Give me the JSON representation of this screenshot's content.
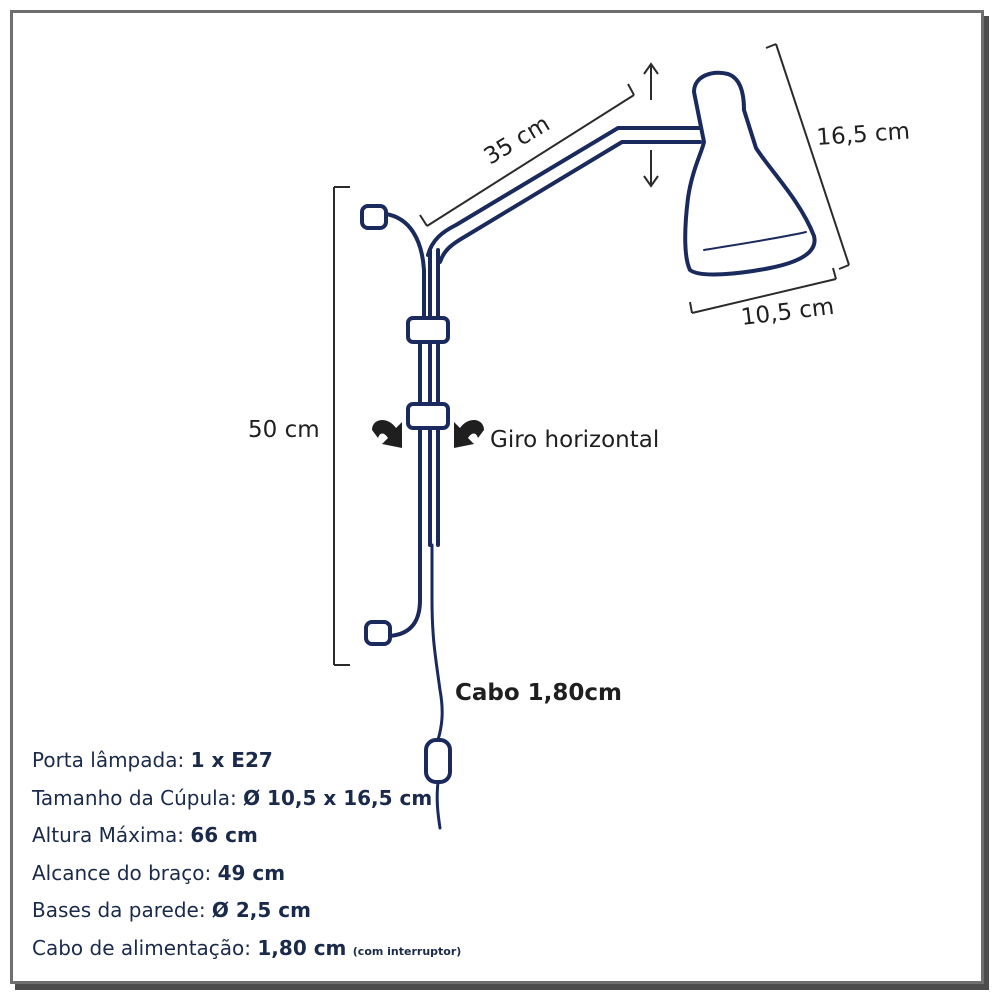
{
  "dimensions": {
    "arm_length": "35 cm",
    "shade_height": "16,5 cm",
    "shade_diameter": "10,5 cm",
    "height": "50 cm"
  },
  "labels": {
    "rotation": "Giro horizontal",
    "cable": "Cabo 1,80cm"
  },
  "specs": [
    {
      "label": "Porta lâmpada: ",
      "value": "1 x E27",
      "note": ""
    },
    {
      "label": "Tamanho da Cúpula: ",
      "value": "Ø 10,5 x 16,5 cm",
      "note": ""
    },
    {
      "label": "Altura Máxima: ",
      "value": "66 cm",
      "note": ""
    },
    {
      "label": "Alcance do braço: ",
      "value": "49 cm",
      "note": ""
    },
    {
      "label": "Bases da parede: ",
      "value": "Ø 2,5 cm",
      "note": ""
    },
    {
      "label": "Cabo de alimentação: ",
      "value": "1,80 cm",
      "note": "(com interruptor)"
    }
  ],
  "colors": {
    "lamp_outline": "#1a2a5c",
    "dimension_lines": "#2b2b2b",
    "text": "#1f1f1f"
  }
}
